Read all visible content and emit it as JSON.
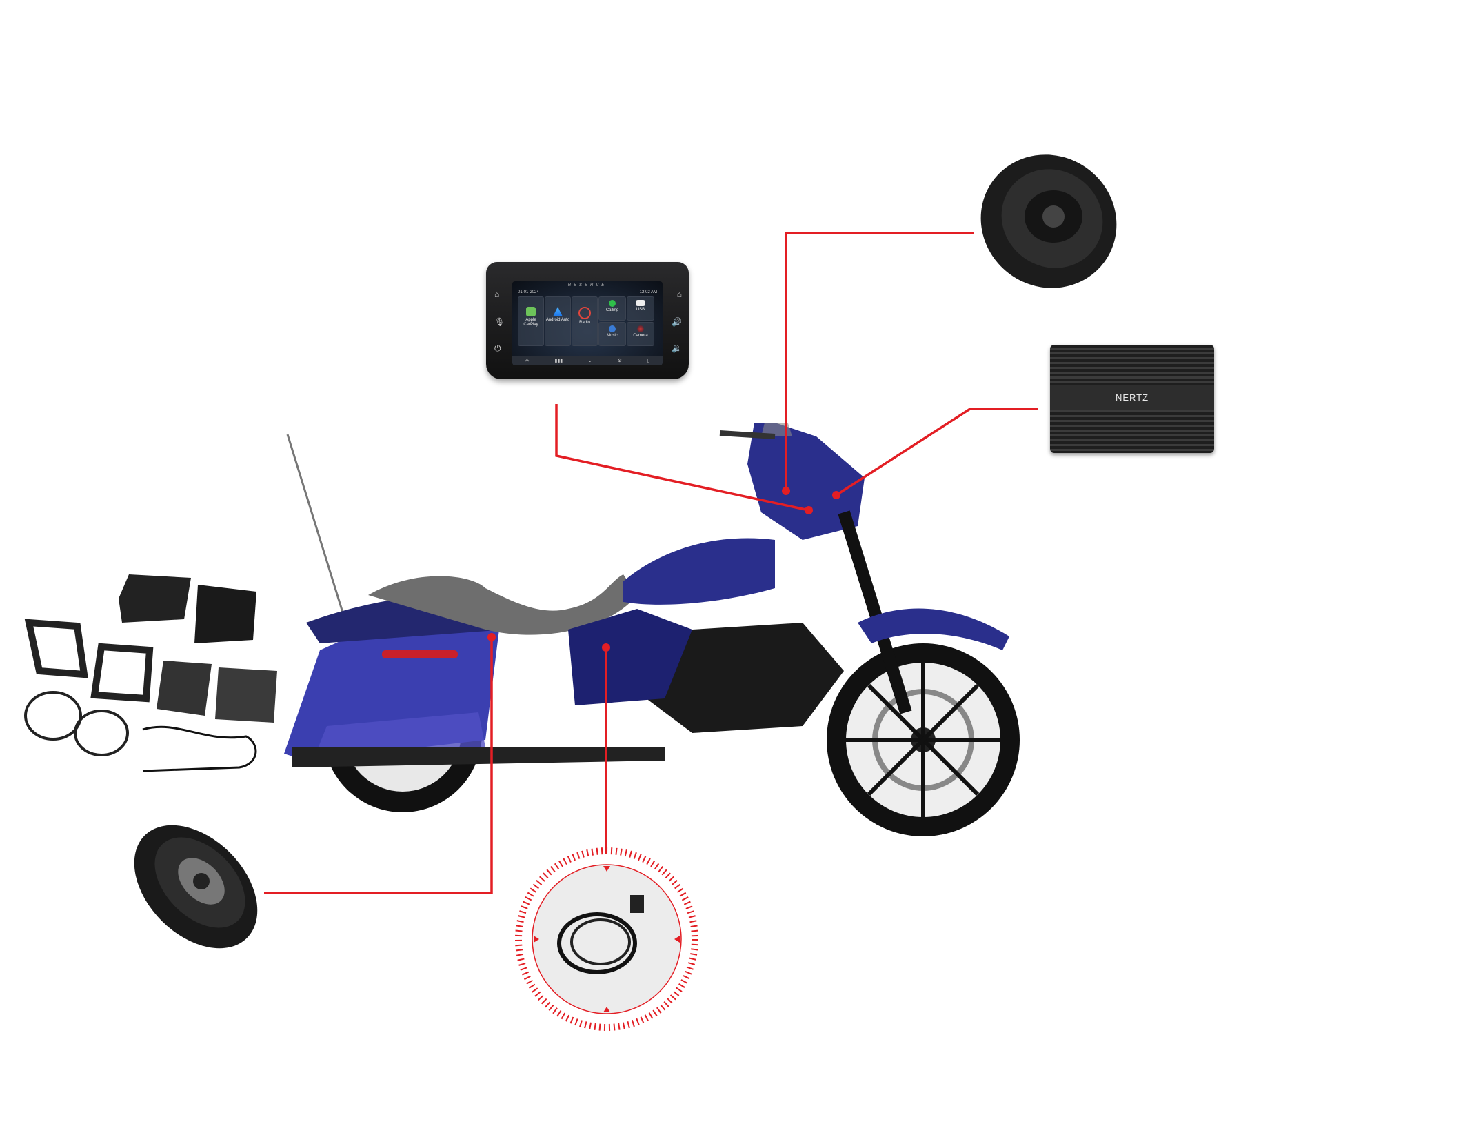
{
  "colors": {
    "connector_line": "#e31e24",
    "bike_body": "#2a2f8c",
    "background": "#ffffff"
  },
  "head_unit": {
    "brand": "RESERVE",
    "date": "01-01-2024",
    "time": "12:02 AM",
    "tiles": [
      {
        "label": "Apple CarPlay",
        "icon": "carplay-icon"
      },
      {
        "label": "Android Auto",
        "icon": "android-auto-icon"
      },
      {
        "label": "Radio",
        "icon": "radio-tower-icon"
      },
      {
        "label": "Calling",
        "icon": "phone-icon"
      },
      {
        "label": "USB",
        "icon": "usb-icon"
      },
      {
        "label": "Music",
        "icon": "music-icon"
      },
      {
        "label": "Camera",
        "icon": "camera-icon"
      }
    ]
  },
  "amplifier": {
    "brand": "NERTZ"
  },
  "components": [
    "head-unit",
    "fairing-speaker",
    "amplifier",
    "saddlebag-speaker",
    "speaker-lid-kit",
    "wiring-harness",
    "antenna"
  ]
}
